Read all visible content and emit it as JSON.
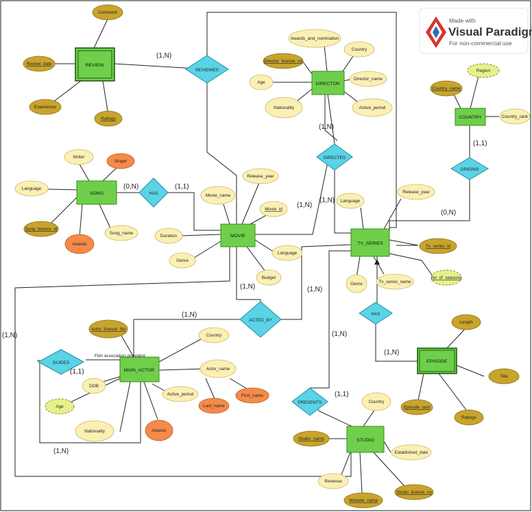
{
  "watermark": {
    "line1": "Made with",
    "line2": "Visual Paradigm",
    "line3": "For non-commercial use"
  },
  "entities": {
    "review": "REVIEW",
    "director": "DIRECTOR",
    "country": "COUNTRY",
    "song": "SONG",
    "movie": "MOVIE",
    "tv_series": "TV_SERIES",
    "main_actor": "MAIN_ACTOR",
    "episode": "EPISODE",
    "studio": "STUDIO"
  },
  "relationships": {
    "reviews": "REVIEWES",
    "directes": "DIRECTES",
    "origins": "ORIGINS",
    "has_song": "HAS",
    "acted_by": "ACTED_BY",
    "guides": "GUIDES",
    "has_episode": "HAS",
    "presents": "PRESENTS"
  },
  "attributes": {
    "comment": "Comment",
    "review_date": "Review_date",
    "experience": "Experience",
    "ratings_review": "Ratings",
    "awards_nomination": "Awards_and_nomination",
    "dir_country": "Country",
    "director_licence_no": "Director_licence_no",
    "dir_age": "Age",
    "director_name": "Director_name",
    "dir_nationality": "Nationality",
    "dir_active_period": "Active_period",
    "region": "Region",
    "country_name": "Country_name",
    "country_rank": "Country_rank",
    "writer": "Writer",
    "singer": "Singer",
    "song_language": "Language",
    "song_licence_id": "Song_licence_id",
    "song_awards": "Awards",
    "song_name": "Song_name",
    "movie_name": "Movie_name",
    "movie_release_year": "Release_year",
    "movie_id": "Movie_id",
    "duration": "Duration",
    "movie_genre": "Genre",
    "movie_language": "Language",
    "budget": "Budget",
    "tv_language": "Language",
    "tv_release_year": "Release_year",
    "tv_series_id": "Tv_series_id",
    "tv_genre": "Genre",
    "tv_series_name": "Tv_series_name",
    "no_of_seasons": "No_of_seasons",
    "actor_licence_no": "Actor_licence_No",
    "actor_country": "Country",
    "actor_name": "Actor_name",
    "dob": "DOB",
    "actor_age": "Age",
    "actor_active_period": "Active_period",
    "last_name": "Last_name",
    "first_name": "First_name",
    "actor_nationality": "Nationality",
    "actor_awards": "Awards",
    "length": "Length",
    "episode_title": "Title",
    "episode_cost": "Episode_cost",
    "episode_ratings": "Ratings",
    "studio_country": "Country",
    "studio_name": "Studio_name",
    "established_date": "Established_date",
    "revenue": "Revenue",
    "website_name": "Website_name",
    "studio_licence_no": "Studio_licence_no"
  },
  "labels": {
    "film_association_president": "Film association president"
  },
  "cardinalities": {
    "review_reviewes": "(1,N)",
    "director_directes": "(1,N)",
    "country_origins": "(1,1)",
    "song_has": "(0,N)",
    "has_movie": "(1,1)",
    "directes_movie": "(1,N)",
    "directes_tv": "(1,N)",
    "origins_tv": "(0,N)",
    "movie_acted_by": "(1,N)",
    "tv_acted_by": "(1,N)",
    "acted_by_actor": "(1,N)",
    "left_loop": "(1,N)",
    "guides_actor": "(1,1)",
    "guides_bottom": "(1,N)",
    "tv_presents": "(1,N)",
    "presents_studio": "(1,1)",
    "has_episode": "(1,N)"
  }
}
